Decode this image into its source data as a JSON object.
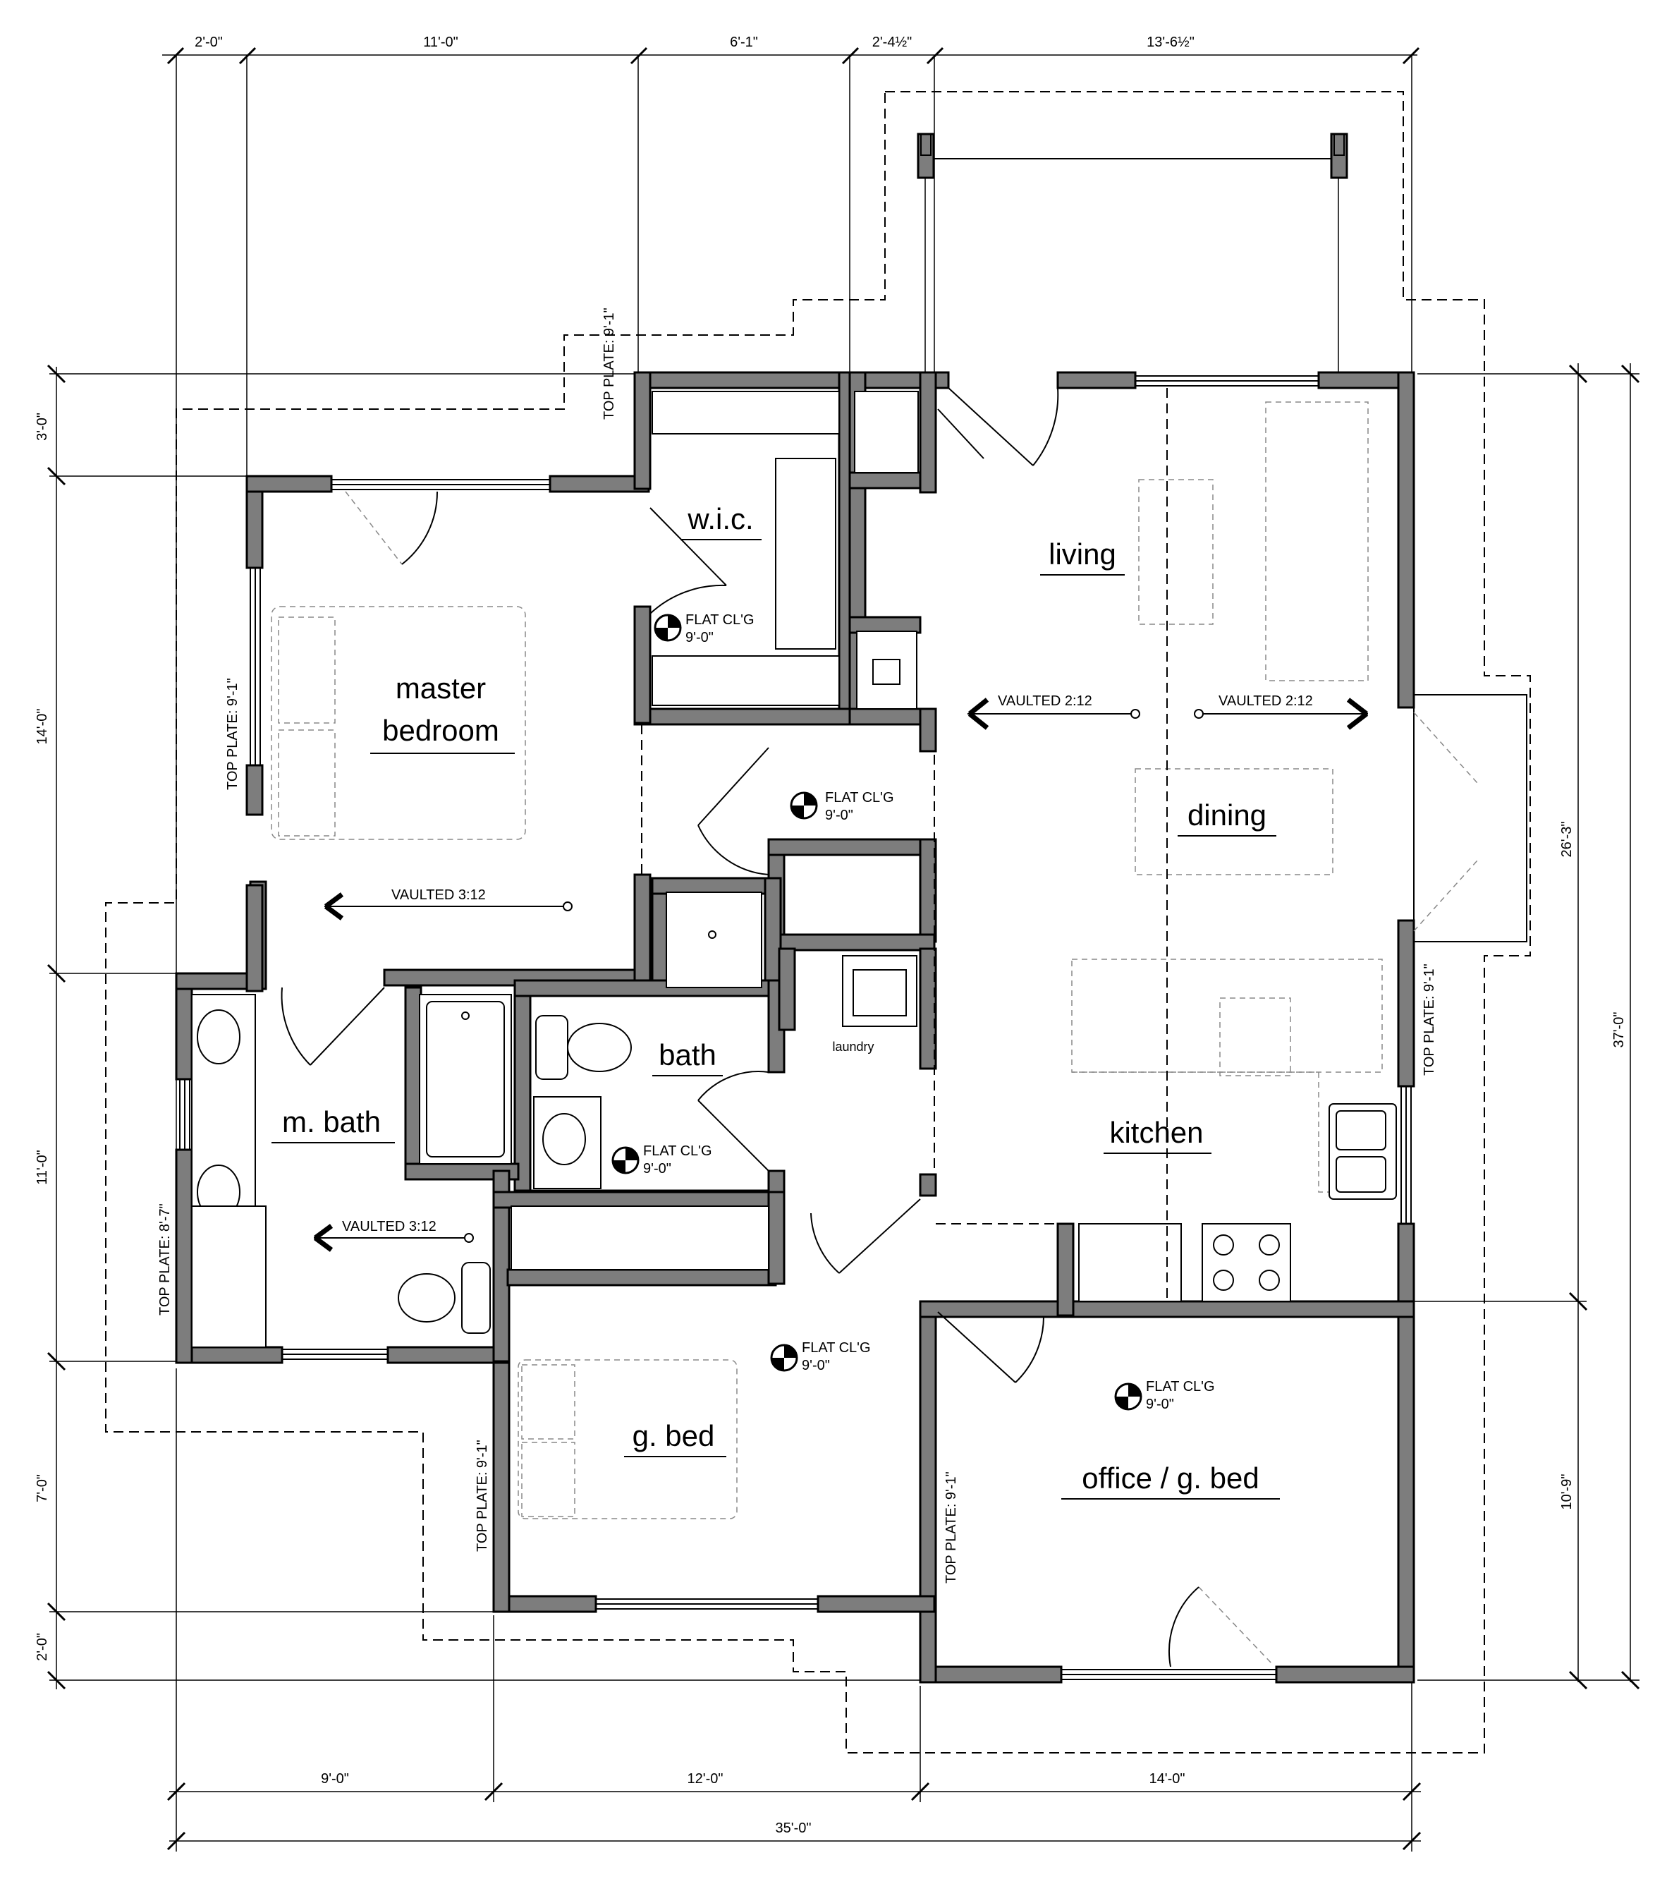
{
  "rooms": {
    "wic": "w.i.c.",
    "master_line1": "master",
    "master_line2": "bedroom",
    "living": "living",
    "dining": "dining",
    "bath": "bath",
    "laundry": "laundry",
    "mbath": "m. bath",
    "kitchen": "kitchen",
    "gbed": "g. bed",
    "office": "office / g. bed"
  },
  "ceilings": {
    "flat": "FLAT CL'G",
    "flat_height": "9'-0\"",
    "vaulted_living": "VAULTED 2:12",
    "vaulted_dining": "VAULTED 2:12",
    "vaulted_master": "VAULTED 3:12",
    "vaulted_mbath": "VAULTED 3:12"
  },
  "top_plates": {
    "rear": "TOP PLATE: 9'-1\"",
    "master": "TOP PLATE: 9'-1\"",
    "mbath": "TOP PLATE: 8'-7\"",
    "gbed": "TOP PLATE: 9'-1\"",
    "office": "TOP PLATE: 9'-1\"",
    "right": "TOP PLATE: 9'-1\""
  },
  "dimensions": {
    "top": [
      "2'-0\"",
      "11'-0\"",
      "6'-1\"",
      "2'-4½\"",
      "13'-6½\""
    ],
    "left": [
      "3'-0\"",
      "14'-0\"",
      "11'-0\"",
      "7'-0\"",
      "2'-0\""
    ],
    "right": [
      "26'-3\"",
      "10'-9\"",
      "37'-0\""
    ],
    "bottom": [
      "9'-0\"",
      "12'-0\"",
      "14'-0\""
    ],
    "overall": "35'-0\""
  }
}
